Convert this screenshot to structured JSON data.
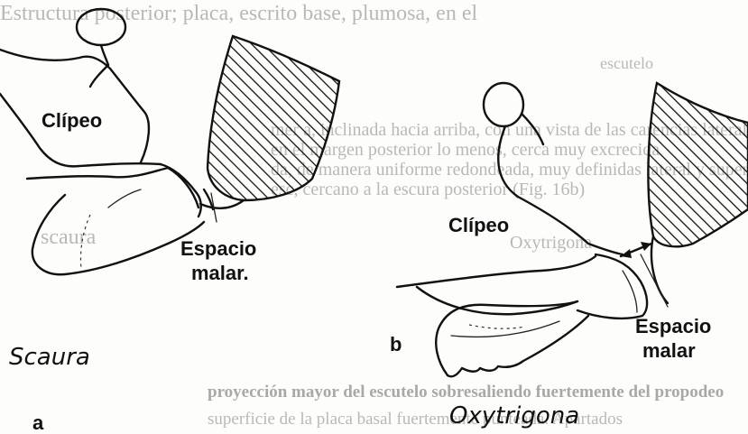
{
  "left_panel": {
    "clypeus_label": "Clípeo",
    "malar_label_line1": "Espacio",
    "malar_label_line2": "malar.",
    "genus_label": "Scaura",
    "panel_letter": "a"
  },
  "right_panel": {
    "clypeus_label": "Clípeo",
    "malar_label_line1": "Espacio",
    "malar_label_line2": "malar",
    "genus_label": "Oxytrigona",
    "panel_letter": "b"
  },
  "bleed_through": {
    "line1": "Estructura posterior; placa, escrito base, plumosa, en el",
    "line2": "escutelo",
    "line3": "mer a, inclinada hacia arriba, con una vista de las carencias lateral",
    "line4": "en el margen posterior lo menos, cerca muy excrecida",
    "line5": "da, de manera uniforme redondeada, muy definidas lateral y superior",
    "line6": "esc, cercano a la escura posterior (Fig. 16b)",
    "line7": "scaura",
    "line8": "Oxytrigona",
    "line9": "proyección mayor del escutelo sobresaliendo fuertemente del propodeo",
    "line10": "superficie de la placa basal fuertemente punteada. Apartados"
  },
  "colors": {
    "ink": "#111111",
    "paper": "#fdfdfb",
    "bleed": "#b9b9b4"
  }
}
